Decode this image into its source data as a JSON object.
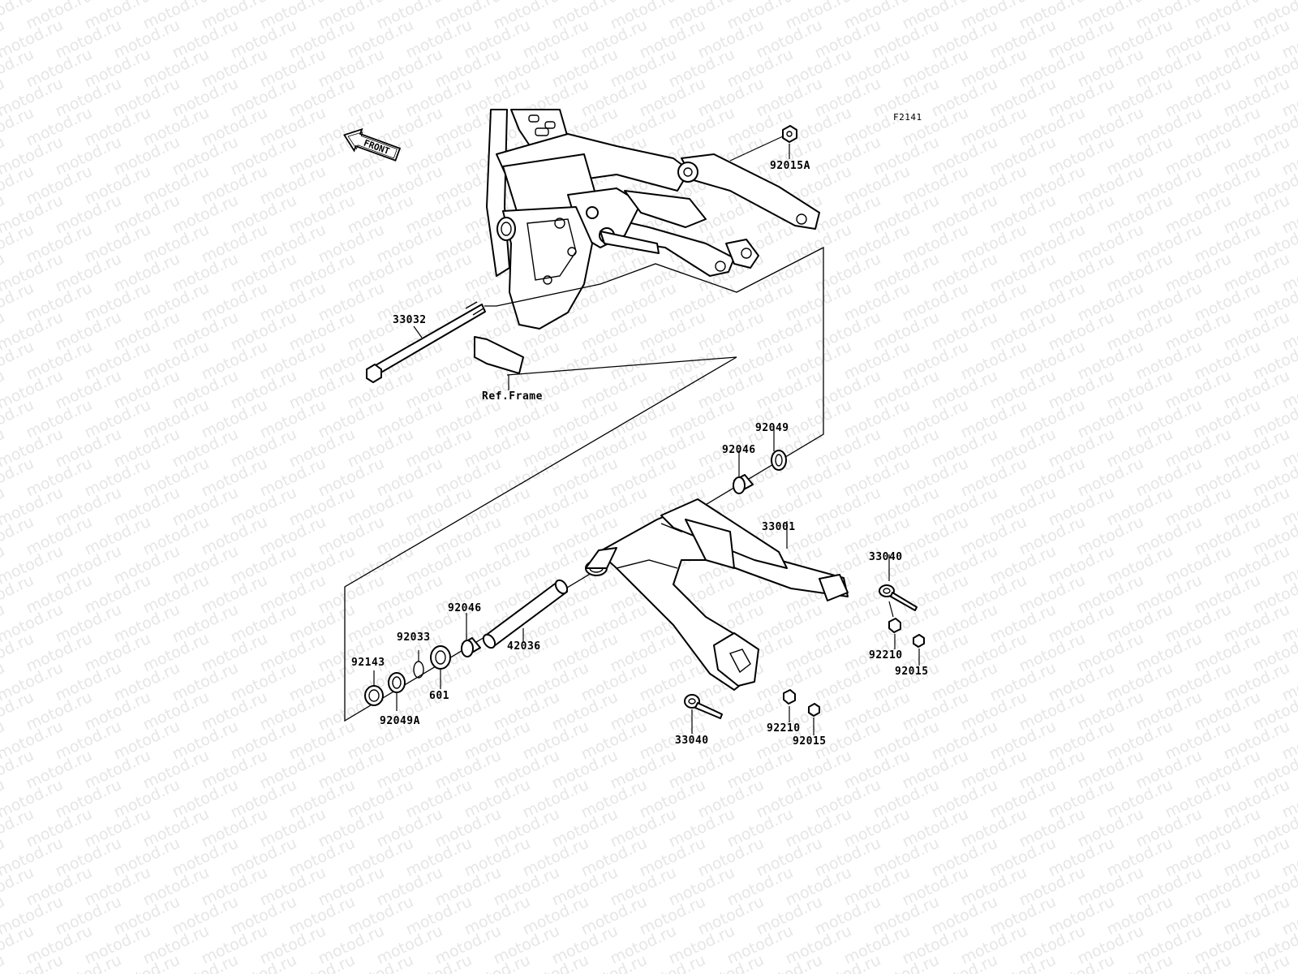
{
  "figure_id": "F2141",
  "front_label": "FRONT",
  "watermark": "motod.ru",
  "ref_frame": "Ref.Frame",
  "parts": {
    "p92015A": "92015A",
    "p33032": "33032",
    "p92049_top": "92049",
    "p92046_top": "92046",
    "p33001": "33001",
    "p33040_right": "33040",
    "p92210_right": "92210",
    "p92015_right": "92015",
    "p92046_mid": "92046",
    "p42036": "42036",
    "p92033": "92033",
    "p92143": "92143",
    "p601": "601",
    "p92049A": "92049A",
    "p33040_bottom": "33040",
    "p92210_bottom": "92210",
    "p92015_bottom": "92015"
  }
}
